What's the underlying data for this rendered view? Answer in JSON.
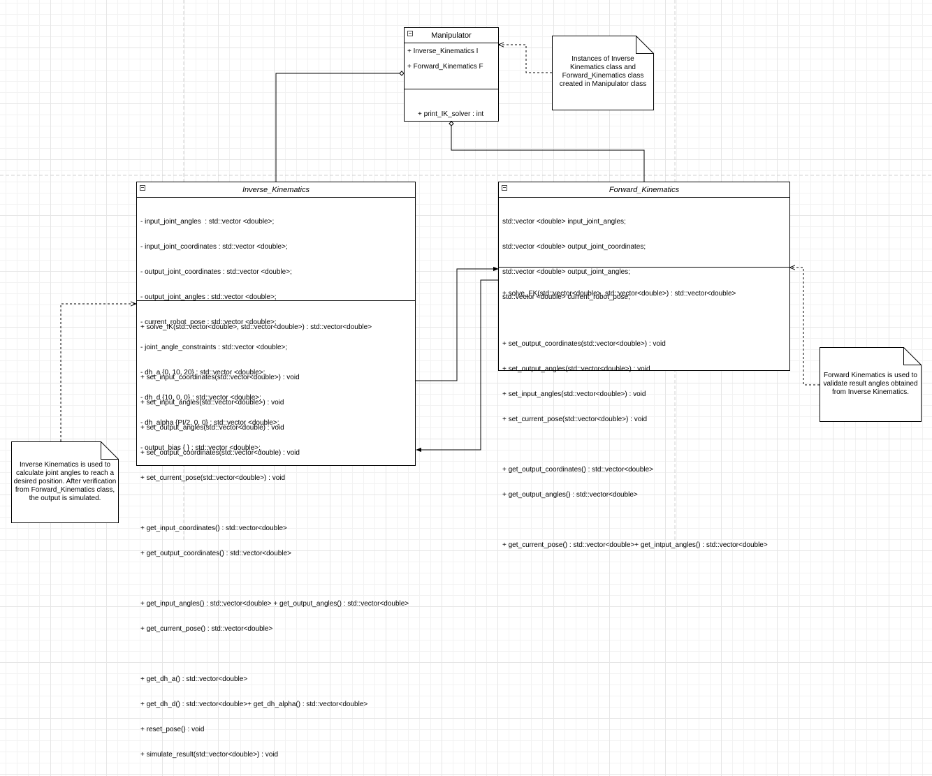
{
  "manipulator": {
    "title": "Manipulator",
    "attributes": [
      "+ Inverse_Kinematics I",
      "+ Forward_Kinematics F"
    ],
    "operations": [
      "+ print_IK_solver : int"
    ]
  },
  "inverse_kinematics": {
    "title": "Inverse_Kinematics",
    "attributes": [
      "- input_joint_angles  : std::vector <double>;",
      "- input_joint_coordinates : std::vector <double>;",
      "- output_joint_coordinates : std::vector <double>;",
      "- output_joint_angles : std::vector <double>;",
      "- current_robot_pose : std::vector <double>;",
      "- joint_angle_constraints : std::vector <double>;",
      "- dh_a {0, 10, 20} : std::vector <double>;",
      "- dh_d {10, 0, 0} : std::vector <double>;",
      "- dh_alpha {PI/2, 0, 0} : std::vector <double>;",
      "- output_bias { } : std::vector <double>;"
    ],
    "operations": [
      "+ solve_IK(std::vector<double>, std::vector<double>) : std::vector<double>",
      "",
      "+ set_input_coordinates(std::vector<double>) : void",
      "+ set_input_angles(std::vector<double>) : void",
      "+ set_output_angles(std::vector<double) : void",
      "+ set_output_coordinates(std::vector<double) : void",
      "+ set_current_pose(std::vector<double>) : void",
      "",
      "+ get_input_coordinates() : std::vector<double>",
      "+ get_output_coordinates() : std::vector<double>",
      "",
      "+ get_input_angles() : std::vector<double> + get_output_angles() : std::vector<double>",
      "+ get_current_pose() : std::vector<double>",
      "",
      "+ get_dh_a() : std::vector<double>",
      "+ get_dh_d() : std::vector<double>+ get_dh_alpha() : std::vector<double>",
      "+ reset_pose() : void",
      "+ simulate_result(std::vector<double>) : void"
    ]
  },
  "forward_kinematics": {
    "title": "Forward_Kinematics",
    "attributes": [
      "std::vector <double> input_joint_angles;",
      "std::vector <double> output_joint_coordinates;",
      "std::vector <double> output_joint_angles;",
      "std::vector <double> current_robot_pose;"
    ],
    "operations": [
      "+ solve_FK(std::vector<double>, std::vector<double>) : std::vector<double>",
      "",
      "+ set_output_coordinates(std::vector<double>) : void",
      "+ set_output_angles(std::vector<double>) : void",
      "+ set_input_angles(std::vector<double>) : void",
      "+ set_current_pose(std::vector<double>) : void",
      "",
      "+ get_output_coordinates() : std::vector<double>",
      "+ get_output_angles() : std::vector<double>",
      "",
      "+ get_current_pose() : std::vector<double>+ get_intput_angles() : std::vector<double>"
    ]
  },
  "notes": {
    "manipulator_note": [
      "Instances of Inverse",
      "Kinematics class and",
      "Forward_Kinematics class",
      "created in Manipulator class"
    ],
    "fk_note": [
      "Forward Kinematics is used to",
      "validate result angles obtained",
      "from Inverse Kinematics."
    ],
    "ik_note": [
      "Inverse Kinematics is used to",
      "calculate joint angles to reach  a",
      "desired position. After verification",
      "from Forward_Kinematics class,",
      "the output is simulated."
    ]
  }
}
